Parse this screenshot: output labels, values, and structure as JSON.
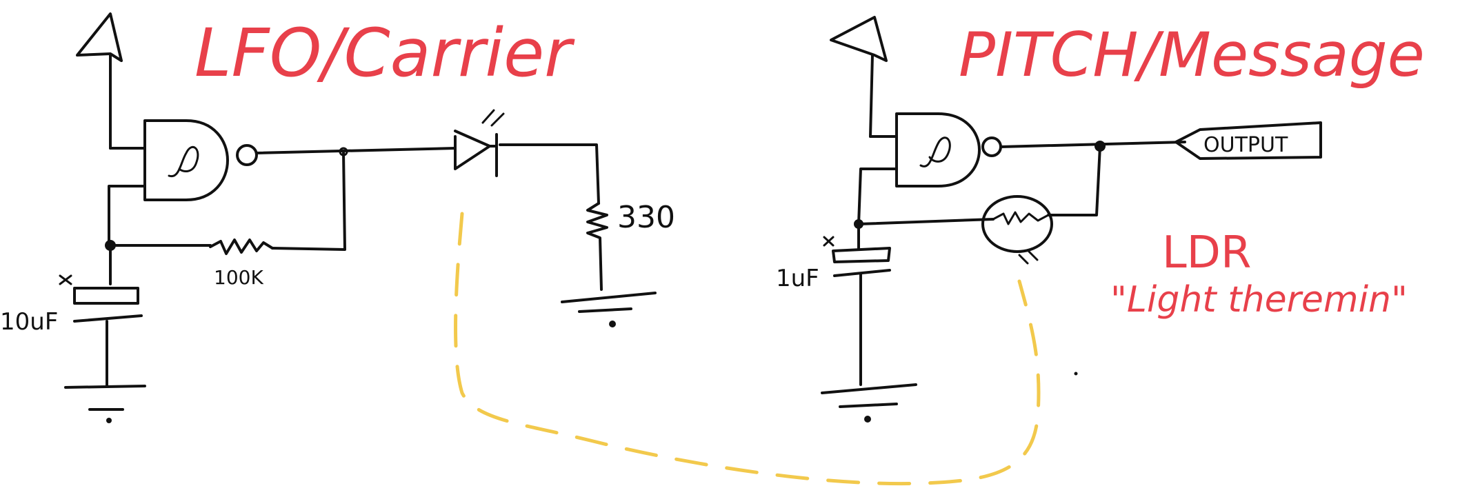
{
  "colors": {
    "ink": "#111111",
    "title": "#e8404a",
    "light_link": "#f2c94c"
  },
  "titles": {
    "left": "LFO/Carrier",
    "right": "PITCH/Message"
  },
  "left_circuit": {
    "supply_symbol": "arrow-up",
    "gate_symbol": "schmitt-trigger-nand",
    "resistor_label": "100K",
    "capacitor_label": "10uF",
    "led_resistor_label": "330"
  },
  "right_circuit": {
    "supply_symbol": "arrow-up",
    "gate_symbol": "schmitt-trigger-nand",
    "capacitor_label": "1uF",
    "output_label": "OUTPUT",
    "ldr_label": "LDR",
    "ldr_nickname": "\"Light theremin\""
  }
}
